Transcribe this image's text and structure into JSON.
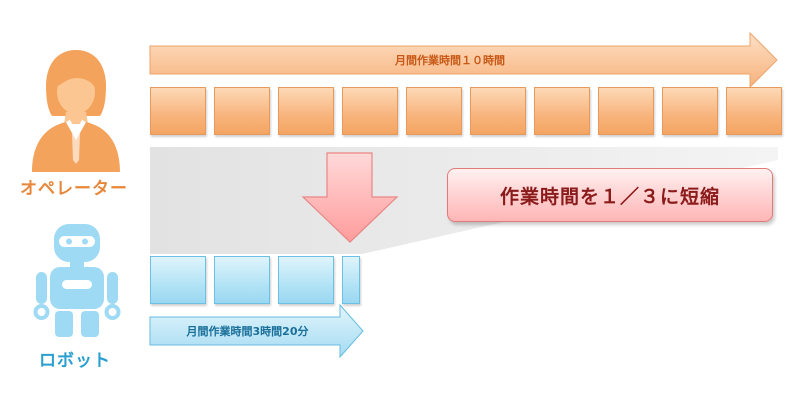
{
  "operator": {
    "label": "オペレーター",
    "arrow_label": "月間作業時間１０時間",
    "block_count": 10,
    "color": "#f6ab6c"
  },
  "robot": {
    "label": "ロボット",
    "arrow_label": "月間作業時間3時間20分",
    "block_count": 3.33,
    "color": "#a6dcf3"
  },
  "callout": {
    "text": "作業時間を１／３に短縮",
    "color": "#ffc4c4"
  },
  "icons": [
    "operator-person-icon",
    "robot-icon",
    "down-arrow-icon"
  ]
}
